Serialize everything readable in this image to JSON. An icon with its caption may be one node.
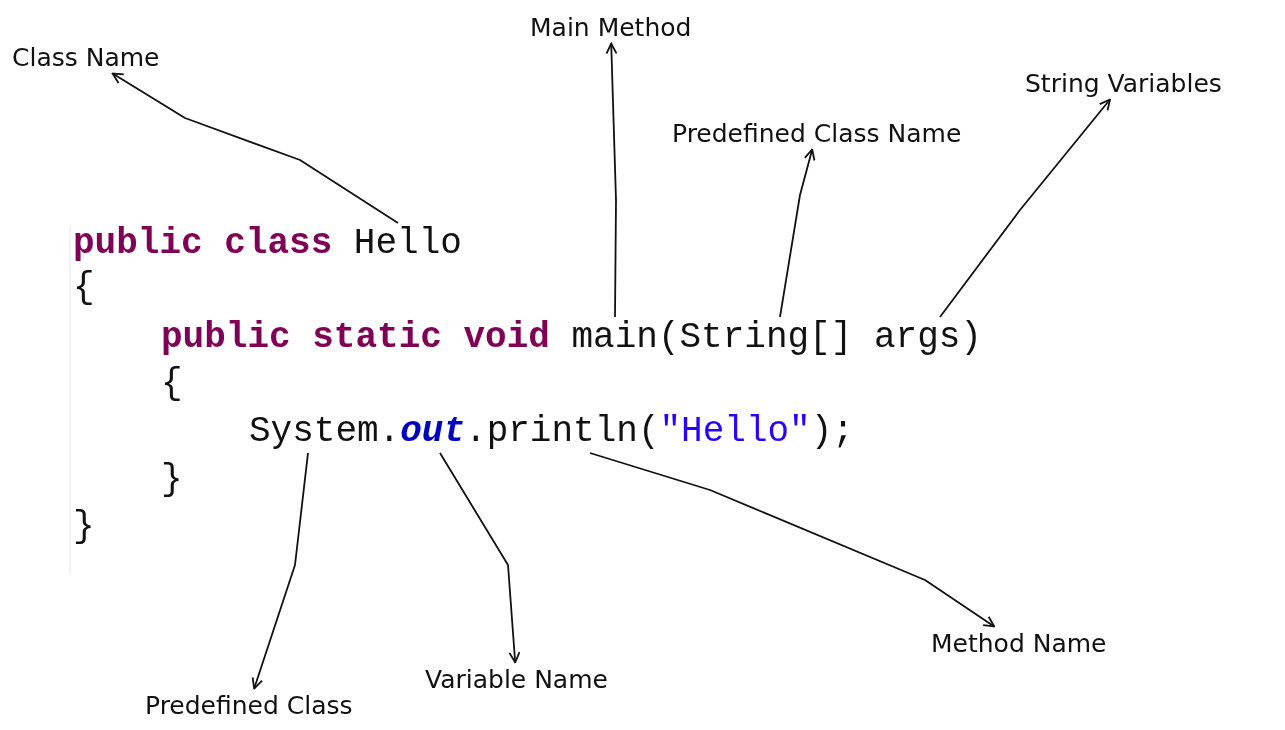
{
  "diagram": {
    "nodes": [
      {
        "text": [
          "Class Name"
        ]
      },
      {
        "text": [
          "Main Method"
        ]
      },
      {
        "text": [
          "Predefined Class Name"
        ]
      },
      {
        "text": [
          "String Variables"
        ]
      },
      {
        "text": [
          "Predefined Class"
        ]
      },
      {
        "text": [
          "Variable Name"
        ]
      },
      {
        "text": [
          "Method Name"
        ]
      },
      {
        "text": [
          "**public class** Hello"
        ]
      },
      {
        "text": [
          "{"
        ]
      },
      {
        "text": [
          "**public static void** main(String[] args)"
        ]
      },
      {
        "text": [
          "{"
        ]
      },
      {
        "text": [
          "System.*out*.println(\"Hello\");"
        ]
      },
      {
        "text": [
          "}"
        ]
      },
      {
        "text": [
          "}"
        ]
      }
    ],
    "edges": [
      {
        "from": 7,
        "to": 0,
        "arrow": "to"
      },
      {
        "from": 9,
        "to": 1,
        "arrow": "to"
      },
      {
        "from": 9,
        "to": 2,
        "arrow": "to"
      },
      {
        "from": 9,
        "to": 3,
        "arrow": "to"
      },
      {
        "from": 11,
        "to": 4,
        "arrow": "to"
      },
      {
        "from": 11,
        "to": 5,
        "arrow": "to"
      },
      {
        "from": 11,
        "to": 6,
        "arrow": "to"
      }
    ]
  }
}
